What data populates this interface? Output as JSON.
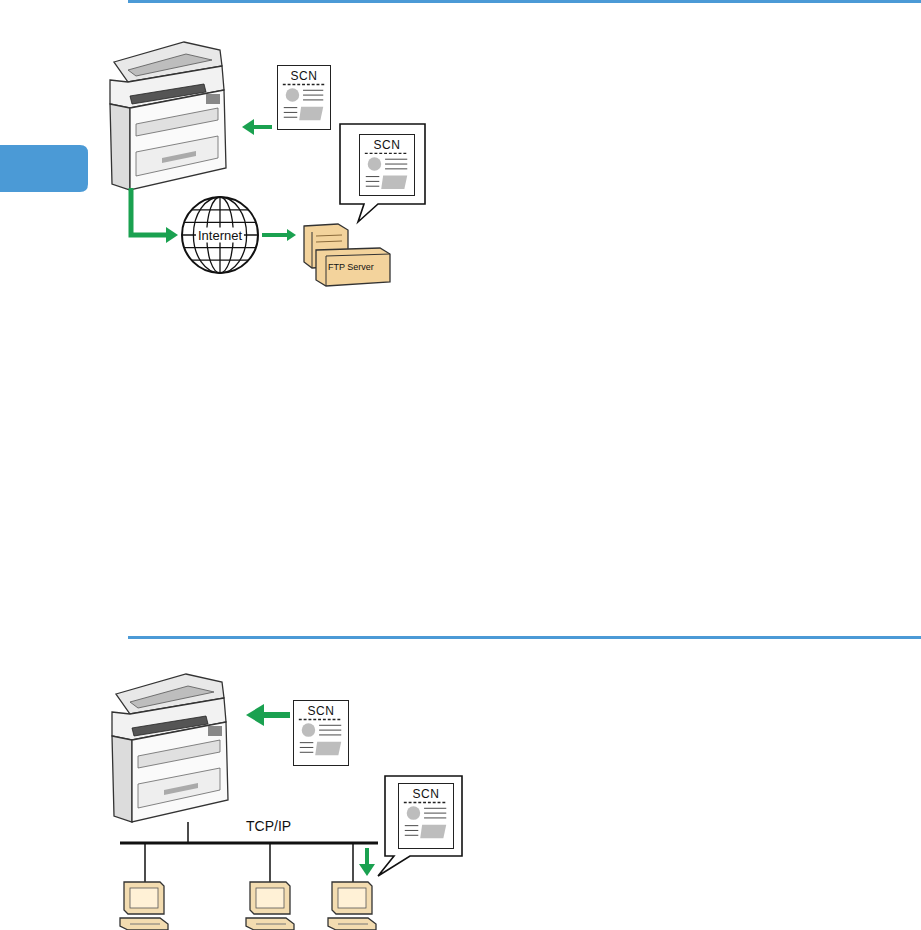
{
  "diagram": {
    "nodes": [
      {
        "text": [
          "SCN"
        ]
      },
      {
        "text": [
          "SCN"
        ]
      },
      {
        "text": [
          "Internet"
        ]
      },
      {
        "text": [
          "FTP Server"
        ]
      },
      {
        "text": [
          "SCN"
        ]
      },
      {
        "text": [
          "SCN"
        ]
      }
    ],
    "edges": [
      {
        "from": 2,
        "to": 3,
        "arrow": "to"
      }
    ],
    "labels": [
      "TCP/IP"
    ]
  }
}
